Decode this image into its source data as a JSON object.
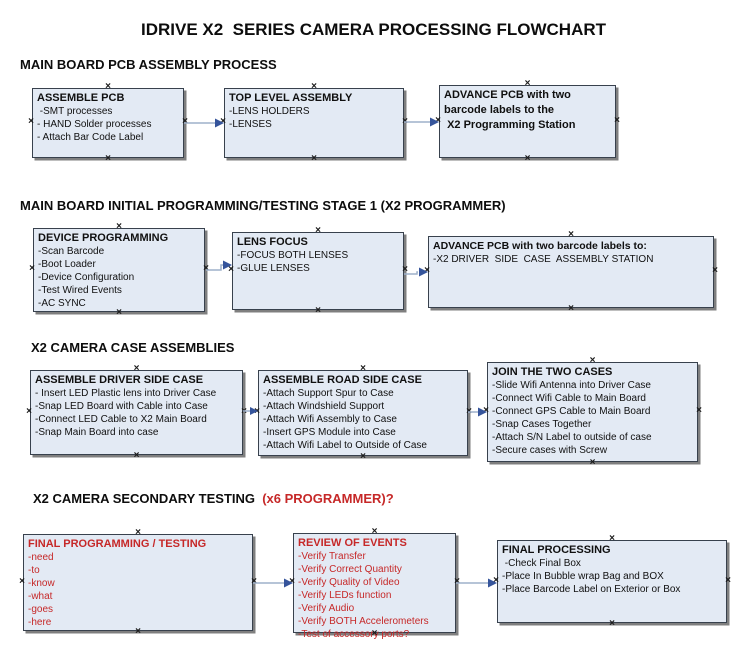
{
  "title": "IDRIVE X2  SERIES CAMERA PROCESSING FLOWCHART",
  "colors": {
    "box_fill": "#e3eaf4",
    "box_border": "#38414d",
    "box_shadow": "#7f7f7f",
    "arrow_line": "#9eb0ca",
    "arrow_head": "#35549b",
    "red_text": "#c62828",
    "black_text": "#0d0d0d"
  },
  "sections": [
    {
      "heading": "MAIN BOARD PCB ASSEMBLY PROCESS",
      "heading_red": "",
      "boxes": [
        {
          "header": "ASSEMBLE PCB",
          "text_color": "black",
          "items": [
            " -SMT processes",
            "- HAND Solder processes",
            "- Attach Bar Code Label"
          ]
        },
        {
          "header": "TOP LEVEL ASSEMBLY",
          "text_color": "black",
          "items": [
            "-LENS HOLDERS",
            "-LENSES"
          ]
        },
        {
          "header": "ADVANCE PCB with two\nbarcode labels to the\n X2 Programming Station",
          "text_color": "black",
          "items": []
        }
      ]
    },
    {
      "heading": "MAIN BOARD INITIAL PROGRAMMING/TESTING STAGE 1 (X2 PROGRAMMER)",
      "heading_red": "",
      "boxes": [
        {
          "header": "DEVICE PROGRAMMING",
          "text_color": "black",
          "items": [
            "-Scan Barcode",
            "-Boot Loader",
            "-Device Configuration",
            "-Test Wired Events",
            "-AC SYNC"
          ]
        },
        {
          "header": "LENS FOCUS",
          "text_color": "black",
          "items": [
            "-FOCUS BOTH LENSES",
            "-GLUE LENSES"
          ]
        },
        {
          "header": "ADVANCE PCB with two barcode labels to:",
          "text_color": "black",
          "items": [
            "-X2 DRIVER  SIDE  CASE  ASSEMBLY STATION"
          ]
        }
      ]
    },
    {
      "heading": "X2 CAMERA CASE ASSEMBLIES",
      "heading_red": "",
      "boxes": [
        {
          "header": "ASSEMBLE DRIVER SIDE CASE",
          "text_color": "black",
          "items": [
            "- Insert LED Plastic lens into Driver Case",
            "-Snap LED Board with Cable into Case",
            "-Connect LED Cable to X2 Main Board",
            "-Snap Main Board into case"
          ]
        },
        {
          "header": "ASSEMBLE ROAD SIDE CASE",
          "text_color": "black",
          "items": [
            "-Attach Support Spur to Case",
            "-Attach Windshield Support",
            "-Attach Wifi Assembly to Case",
            "-Insert GPS Module into Case",
            "-Attach Wifi Label to Outside of Case"
          ]
        },
        {
          "header": "JOIN THE TWO CASES",
          "text_color": "black",
          "items": [
            "-Slide Wifi Antenna into Driver Case",
            "-Connect Wifi Cable to Main Board",
            "-Connect GPS Cable to Main Board",
            "-Snap Cases Together",
            "-Attach S/N Label to outside of case",
            "-Secure cases with Screw"
          ]
        }
      ]
    },
    {
      "heading": "X2 CAMERA SECONDARY TESTING ",
      "heading_red": " (x6 PROGRAMMER)?",
      "boxes": [
        {
          "header": "FINAL PROGRAMMING / TESTING",
          "text_color": "red",
          "items": [
            "-need",
            "-to",
            "-know",
            "-what",
            "-goes",
            "-here"
          ]
        },
        {
          "header": "REVIEW OF EVENTS",
          "text_color": "red",
          "items": [
            "-Verify Transfer",
            "-Verify Correct Quantity",
            "-Verify Quality of Video",
            "-Verify LEDs function",
            "-Verify Audio",
            "-Verify BOTH Accelerometers",
            "-Test of accessory ports?"
          ]
        },
        {
          "header": "FINAL PROCESSING",
          "text_color": "black",
          "items": [
            " -Check Final Box",
            "-Place In Bubble wrap Bag and BOX",
            "-Place Barcode Label on Exterior or Box"
          ]
        }
      ]
    }
  ]
}
